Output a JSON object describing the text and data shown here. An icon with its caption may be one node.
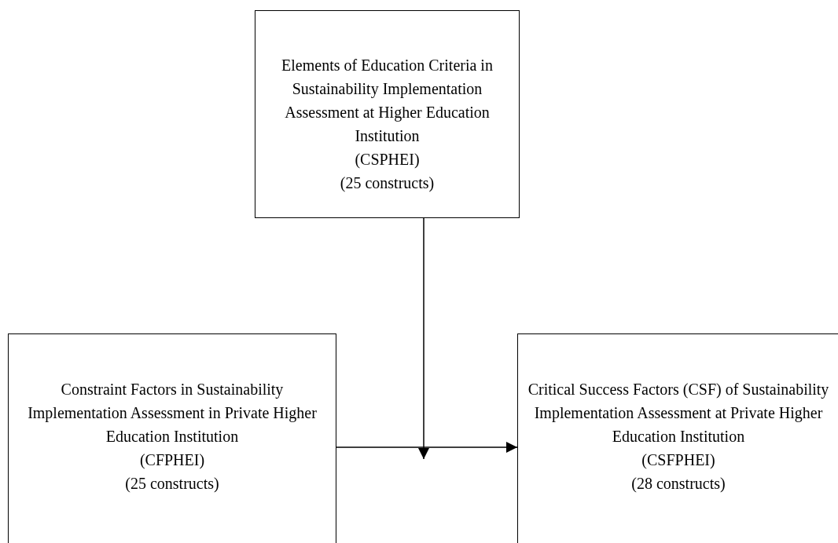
{
  "diagram": {
    "nodes": [
      {
        "text": [
          "Elements of Education Criteria in Sustainability Implementation Assessment at Higher Education Institution",
          "(CSPHEI)",
          "(25 constructs)"
        ]
      },
      {
        "text": [
          "Constraint Factors in Sustainability Implementation Assessment in Private Higher Education Institution",
          "(CFPHEI)",
          "(25 constructs)"
        ]
      },
      {
        "text": [
          "Critical Success Factors (CSF) of Sustainability Implementation Assessment at Private Higher Education Institution",
          "(CSFPHEI)",
          "(28 constructs)"
        ]
      }
    ],
    "edges": [
      {
        "from": 0,
        "to": null,
        "arrow": "to"
      },
      {
        "from": 1,
        "to": 2,
        "arrow": "to"
      }
    ]
  }
}
